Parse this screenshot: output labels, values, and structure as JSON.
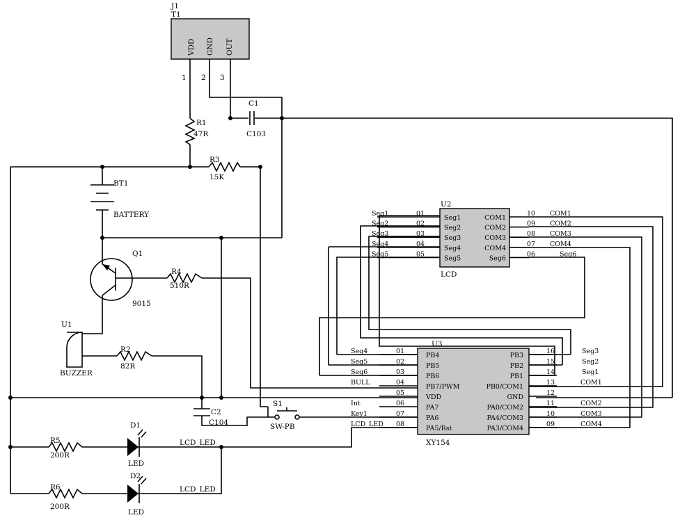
{
  "t1": {
    "ref": "J1",
    "sub": "T1",
    "pins": [
      "VDD",
      "GND",
      "OUT"
    ],
    "nums": [
      "1",
      "2",
      "3"
    ]
  },
  "c1": {
    "ref": "C1",
    "val": "C103"
  },
  "r1": {
    "ref": "R1",
    "val": "47R"
  },
  "r3": {
    "ref": "R3",
    "val": "15K"
  },
  "bt1": {
    "ref": "BT1",
    "val": "BATTERY"
  },
  "q1": {
    "ref": "Q1",
    "val": "9015"
  },
  "r4": {
    "ref": "R4",
    "val": "510R"
  },
  "u1": {
    "ref": "U1",
    "val": "BUZZER"
  },
  "r2": {
    "ref": "R2",
    "val": "82R"
  },
  "c2": {
    "ref": "C2",
    "val": "C104"
  },
  "s1": {
    "ref": "S1",
    "val": "SW-PB"
  },
  "d1": {
    "ref": "D1",
    "val": "LED"
  },
  "d2": {
    "ref": "D2",
    "val": "LED"
  },
  "r5": {
    "ref": "R5",
    "val": "200R"
  },
  "r6": {
    "ref": "R6",
    "val": "200R"
  },
  "net_lcd_led": "LCD_LED",
  "lcd": {
    "ref": "U2",
    "name": "LCD",
    "left": [
      {
        "net": "Seg1",
        "num": "01",
        "pin": "Seg1"
      },
      {
        "net": "Seg2",
        "num": "02",
        "pin": "Seg2"
      },
      {
        "net": "Seg3",
        "num": "03",
        "pin": "Seg3"
      },
      {
        "net": "Seg4",
        "num": "04",
        "pin": "Seg4"
      },
      {
        "net": "Seg5",
        "num": "05",
        "pin": "Seg5"
      }
    ],
    "right": [
      {
        "pin": "COM1",
        "num": "10",
        "net": "COM1"
      },
      {
        "pin": "COM2",
        "num": "09",
        "net": "COM2"
      },
      {
        "pin": "COM3",
        "num": "08",
        "net": "COM3"
      },
      {
        "pin": "COM4",
        "num": "07",
        "net": "COM4"
      },
      {
        "pin": "Seg6",
        "num": "06",
        "net": "Seg6"
      }
    ]
  },
  "mcu": {
    "ref": "U3",
    "name": "XY154",
    "left": [
      {
        "net": "Seg4",
        "num": "01",
        "pin": "PB4"
      },
      {
        "net": "Seg5",
        "num": "02",
        "pin": "PB5"
      },
      {
        "net": "Seg6",
        "num": "03",
        "pin": "PB6"
      },
      {
        "net": "BULL",
        "num": "04",
        "pin": "PB7/PWM"
      },
      {
        "net": "",
        "num": "05",
        "pin": "VDD"
      },
      {
        "net": "Int",
        "num": "06",
        "pin": "PA7"
      },
      {
        "net": "Key1",
        "num": "07",
        "pin": "PA6"
      },
      {
        "net": "LCD_LED",
        "num": "08",
        "pin": "PA5/Rst"
      }
    ],
    "right": [
      {
        "pin": "PB3",
        "num": "16",
        "net": "Seg3"
      },
      {
        "pin": "PB2",
        "num": "15",
        "net": "Seg2"
      },
      {
        "pin": "PB1",
        "num": "14",
        "net": "Seg1"
      },
      {
        "pin": "PB0/COM1",
        "num": "13",
        "net": "COM1"
      },
      {
        "pin": "GND",
        "num": "12",
        "net": ""
      },
      {
        "pin": "PA0/COM2",
        "num": "11",
        "net": "COM2"
      },
      {
        "pin": "PA4/COM3",
        "num": "10",
        "net": "COM3"
      },
      {
        "pin": "PA3/COM4",
        "num": "09",
        "net": "COM4"
      }
    ]
  }
}
